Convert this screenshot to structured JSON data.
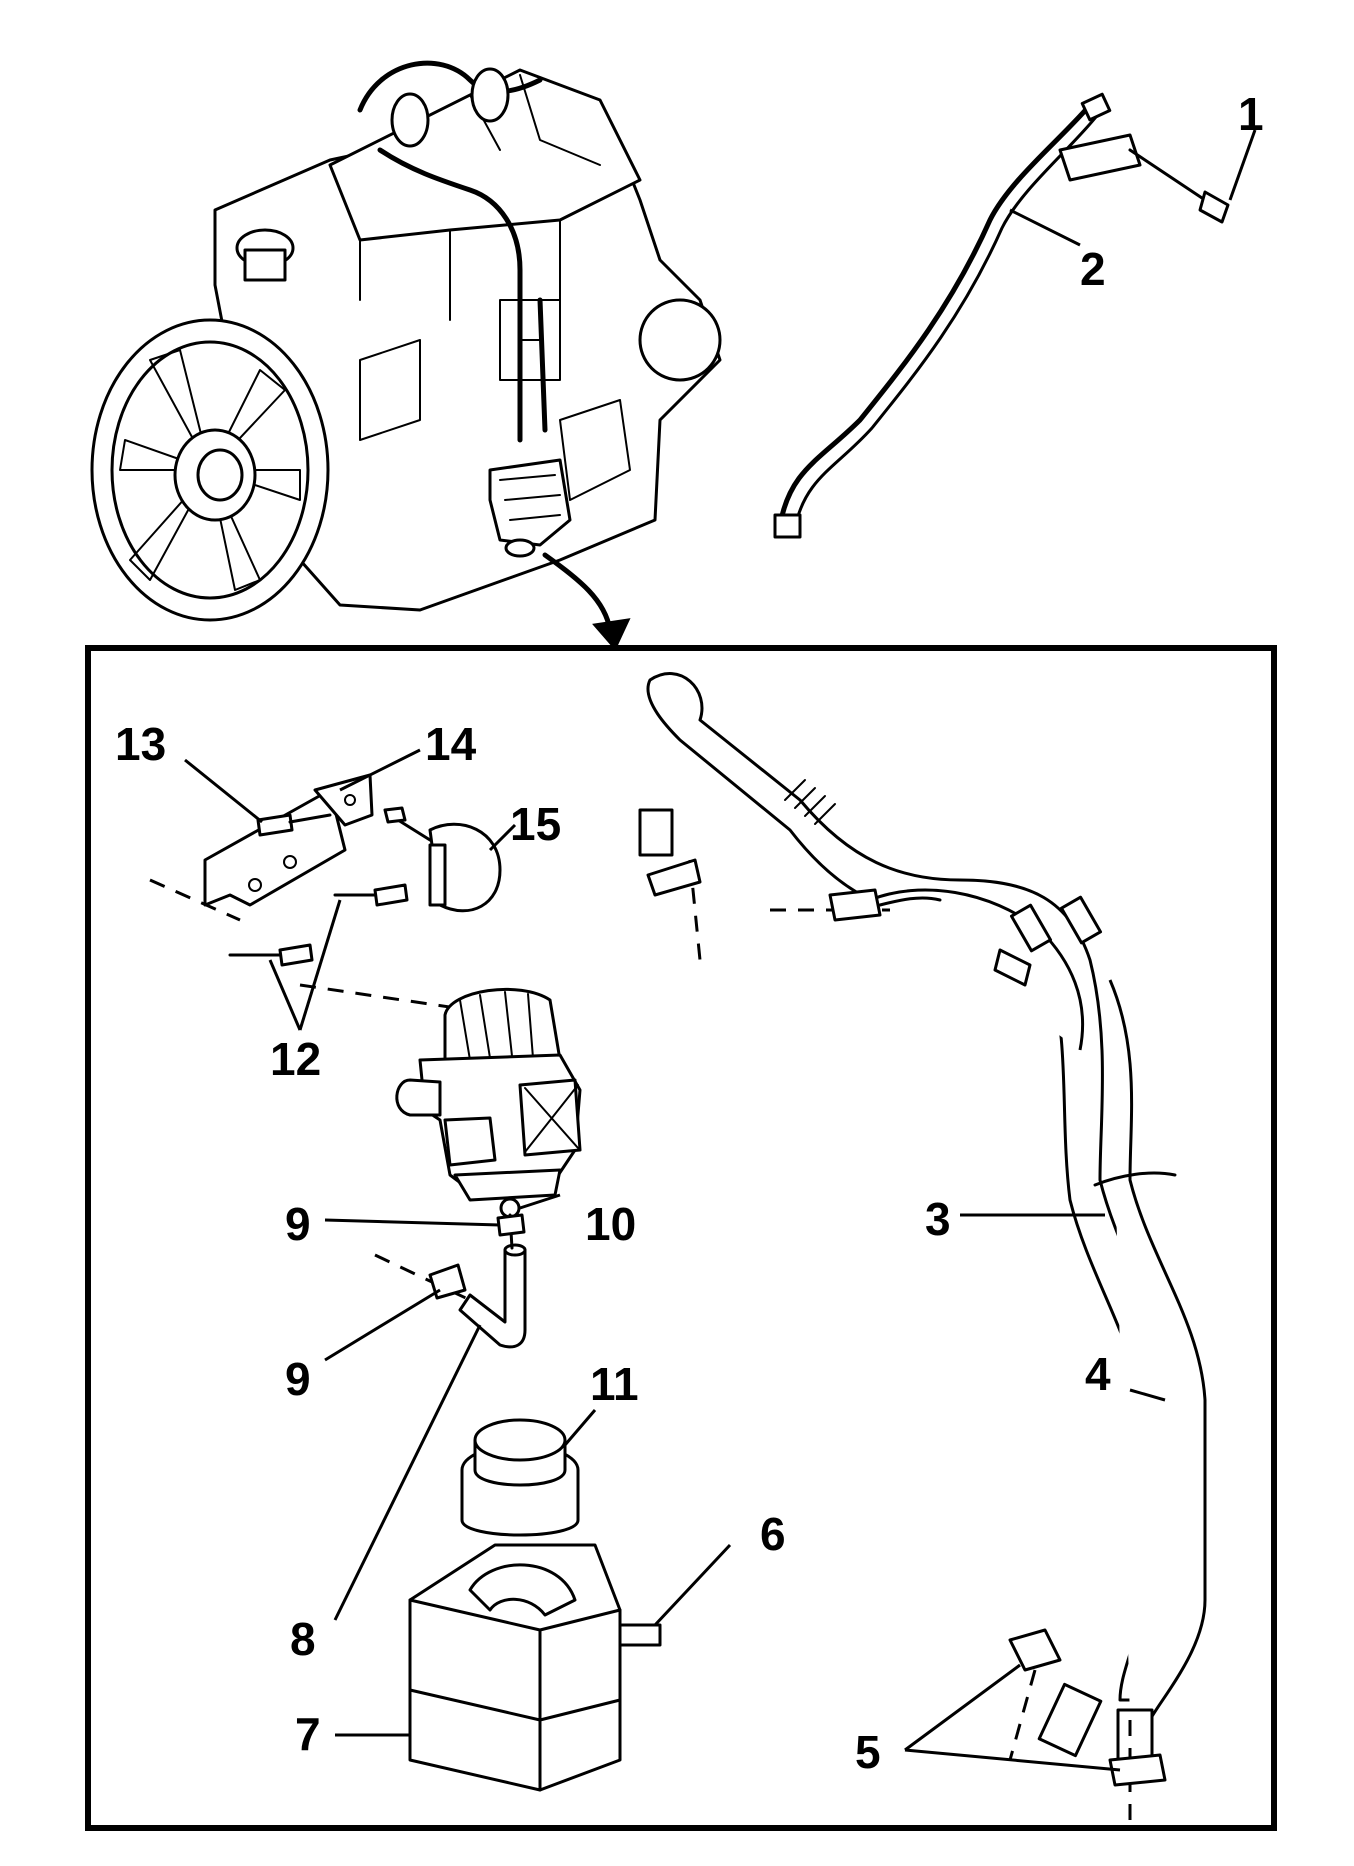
{
  "callouts": [
    {
      "id": "1",
      "label": "1"
    },
    {
      "id": "2",
      "label": "2"
    },
    {
      "id": "3",
      "label": "3"
    },
    {
      "id": "4",
      "label": "4"
    },
    {
      "id": "5",
      "label": "5"
    },
    {
      "id": "6",
      "label": "6"
    },
    {
      "id": "7",
      "label": "7"
    },
    {
      "id": "8",
      "label": "8"
    },
    {
      "id": "9a",
      "label": "9"
    },
    {
      "id": "9b",
      "label": "9"
    },
    {
      "id": "10",
      "label": "10"
    },
    {
      "id": "11",
      "label": "11"
    },
    {
      "id": "12",
      "label": "12"
    },
    {
      "id": "13",
      "label": "13"
    },
    {
      "id": "14",
      "label": "14"
    },
    {
      "id": "15",
      "label": "15"
    }
  ]
}
